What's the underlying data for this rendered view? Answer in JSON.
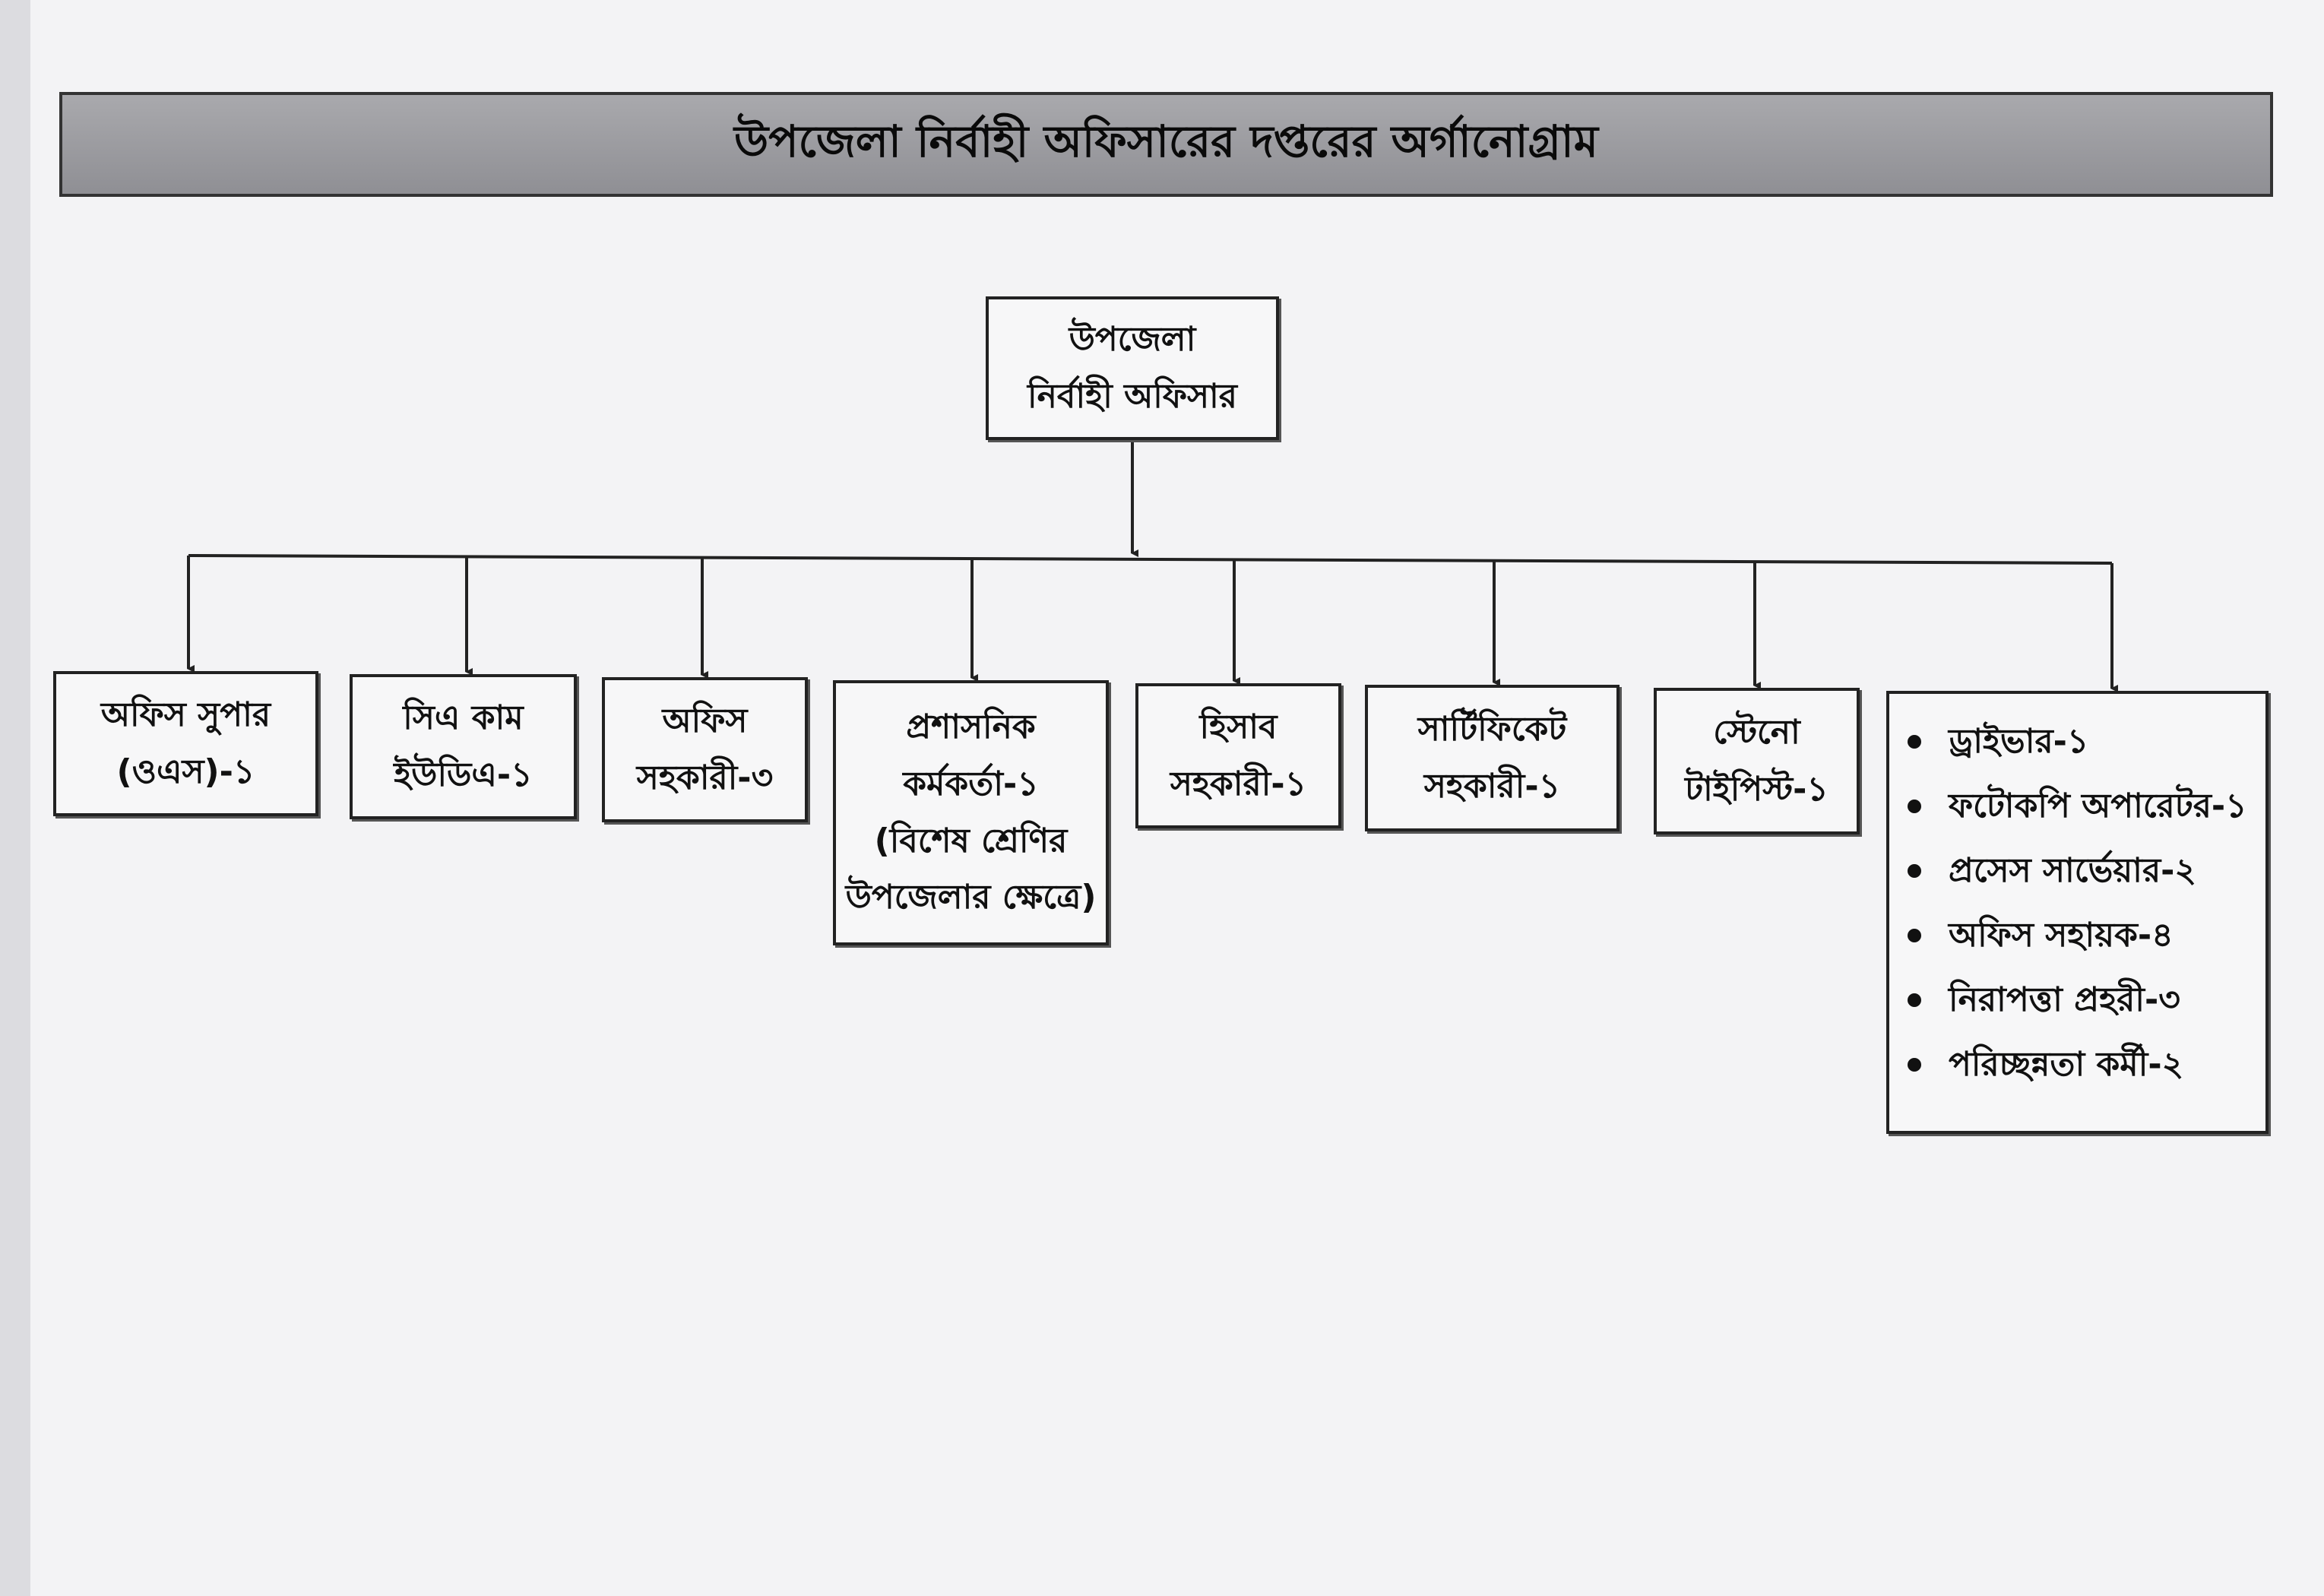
{
  "title": "উপজেলা নির্বাহী অফিসারের দপ্তরের অর্গানোগ্রাম",
  "root": {
    "line1": "উপজেলা",
    "line2": "নির্বাহী অফিসার"
  },
  "children": [
    {
      "lines": [
        "অফিস সুপার",
        "(ওএস)-১"
      ]
    },
    {
      "lines": [
        "সিএ কাম",
        "ইউডিএ-১"
      ]
    },
    {
      "lines": [
        "অফিস",
        "সহকারী-৩"
      ]
    },
    {
      "lines": [
        "প্রশাসনিক",
        "কর্মকর্তা-১",
        "(বিশেষ শ্রেণির",
        "উপজেলার ক্ষেত্রে)"
      ]
    },
    {
      "lines": [
        "হিসাব",
        "সহকারী-১"
      ]
    },
    {
      "lines": [
        "সার্টিফিকেট",
        "সহকারী-১"
      ]
    },
    {
      "lines": [
        "স্টেনো",
        "টাইপিস্ট-১"
      ]
    }
  ],
  "support_staff": [
    "ড্রাইভার-১",
    "ফটোকপি অপারেটর-১",
    "প্রসেস সার্ভেয়ার-২",
    "অফিস সহায়ক-৪",
    "নিরাপত্তা প্রহরী-৩",
    "পরিচ্ছন্নতা কর্মী-২"
  ]
}
